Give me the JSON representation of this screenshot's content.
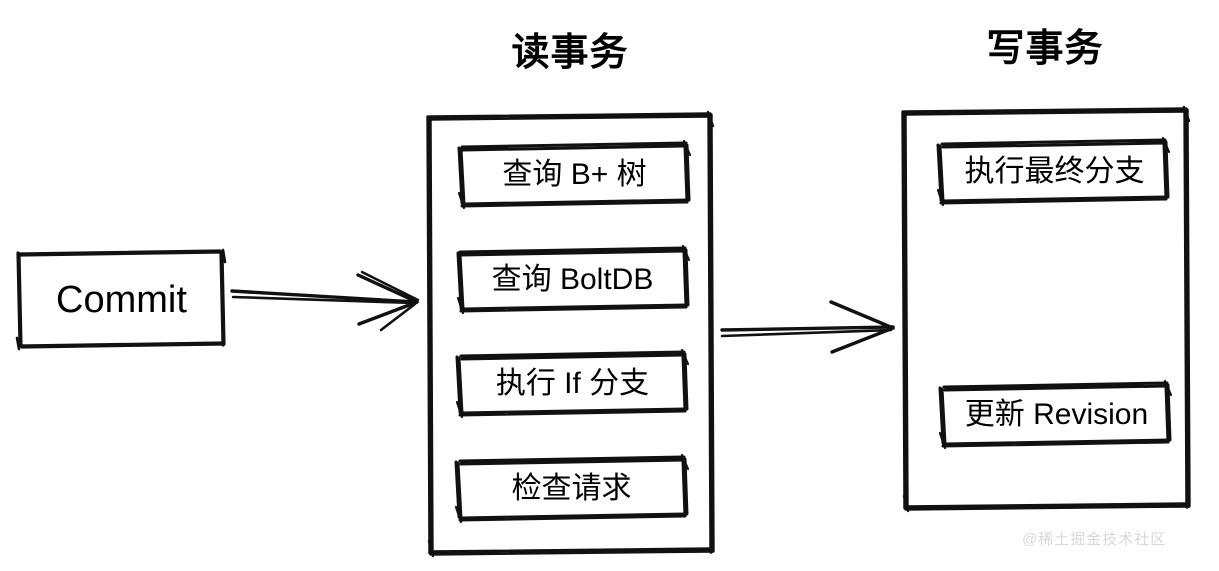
{
  "diagram": {
    "background_color": "#ffffff",
    "stroke_color": "#111111",
    "titles": {
      "read": "读事务",
      "write": "写事务"
    },
    "commit": {
      "label": "Commit"
    },
    "read_transaction": {
      "title": "读事务",
      "steps": [
        {
          "label": "查询 B+ 树"
        },
        {
          "label": "查询 BoltDB"
        },
        {
          "label": "执行 If 分支"
        },
        {
          "label": "检查请求"
        }
      ]
    },
    "write_transaction": {
      "title": "写事务",
      "steps": [
        {
          "label": "执行最终分支"
        },
        {
          "label": "更新 Revision"
        }
      ]
    },
    "arrows": [
      {
        "name": "commit-to-read",
        "from": "Commit",
        "to": "读事务"
      },
      {
        "name": "read-to-write",
        "from": "读事务",
        "to": "写事务"
      }
    ],
    "watermark": "@稀土掘金技术社区"
  }
}
